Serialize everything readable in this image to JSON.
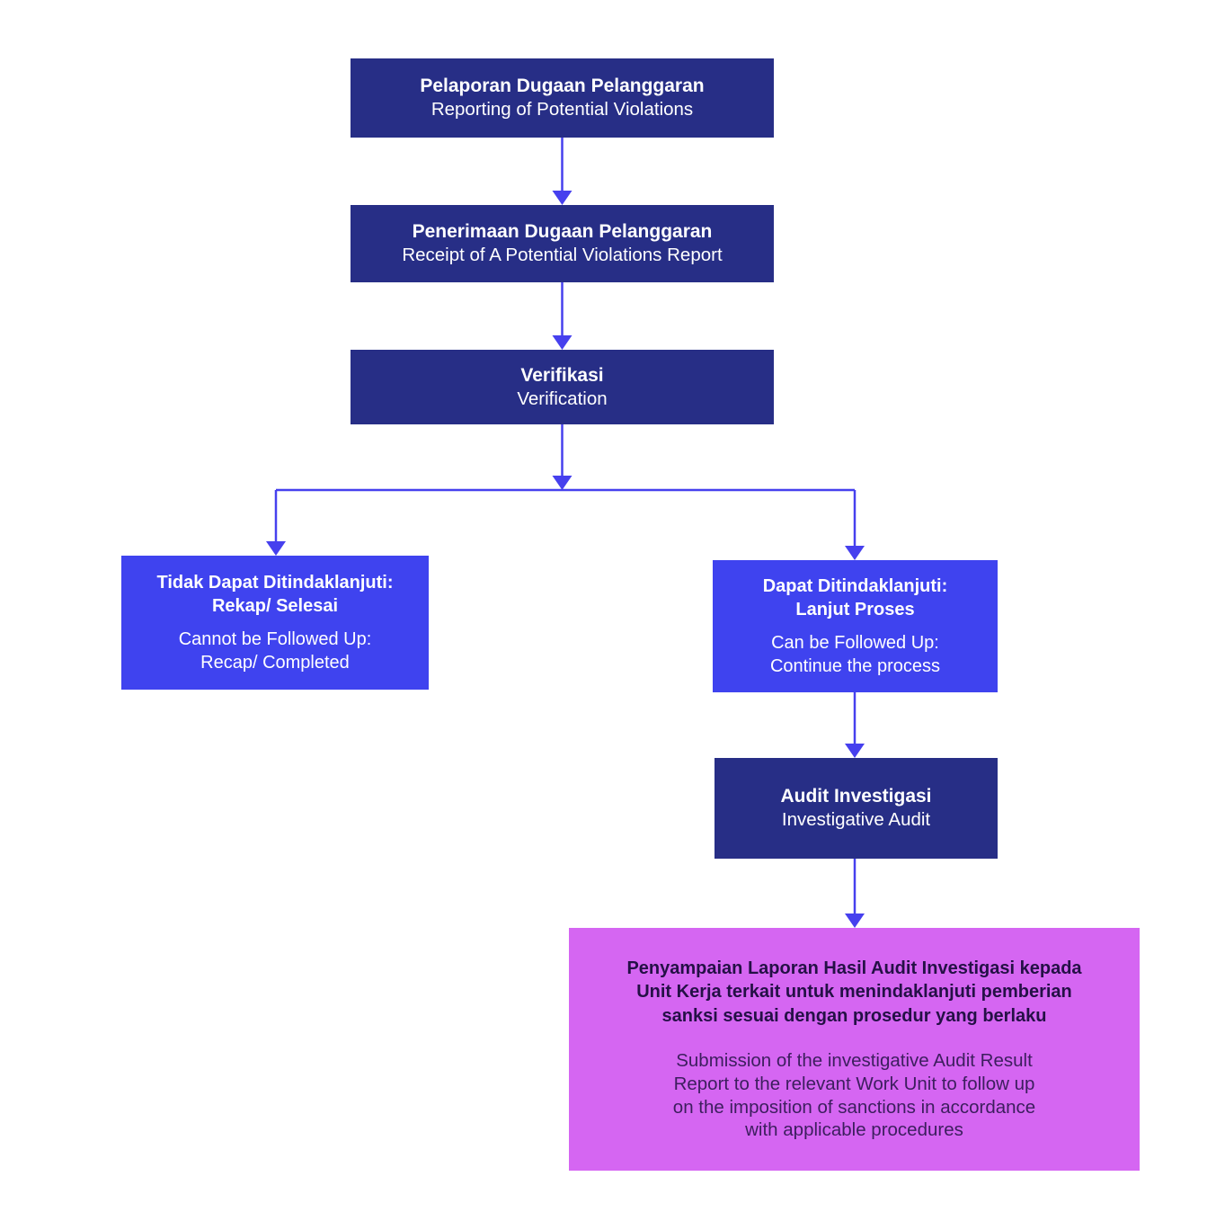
{
  "diagram": {
    "type": "flowchart",
    "direction": "top-down"
  },
  "colors": {
    "navy_box": "#272e86",
    "blue_box": "#3f43ef",
    "magenta_box": "#d566f2",
    "arrow": "#4640ee",
    "light_text": "#ffffff",
    "magenta_title_text": "#241046",
    "magenta_subtitle_text": "#3c1e5e",
    "background": "#ffffff"
  },
  "nodes": {
    "report": {
      "title": "Pelaporan Dugaan Pelanggaran",
      "subtitle": "Reporting of Potential Violations"
    },
    "receipt": {
      "title": "Penerimaan Dugaan Pelanggaran",
      "subtitle": "Receipt of A Potential Violations Report"
    },
    "verify": {
      "title": "Verifikasi",
      "subtitle": "Verification"
    },
    "cannot_follow_up": {
      "title": "Tidak Dapat Ditindaklanjuti:\nRekap/ Selesai",
      "subtitle": "Cannot be Followed Up:\nRecap/ Completed"
    },
    "can_follow_up": {
      "title": "Dapat Ditindaklanjuti:\nLanjut Proses",
      "subtitle": "Can be Followed Up:\nContinue the process"
    },
    "audit": {
      "title": "Audit Investigasi",
      "subtitle": "Investigative Audit"
    },
    "submission": {
      "title": "Penyampaian Laporan Hasil Audit Investigasi kepada\nUnit Kerja terkait untuk menindaklanjuti pemberian\nsanksi sesuai dengan prosedur yang berlaku",
      "subtitle": "Submission of the investigative Audit Result\nReport to the relevant Work Unit to follow up\non the imposition of sanctions in accordance\nwith applicable procedures"
    }
  }
}
